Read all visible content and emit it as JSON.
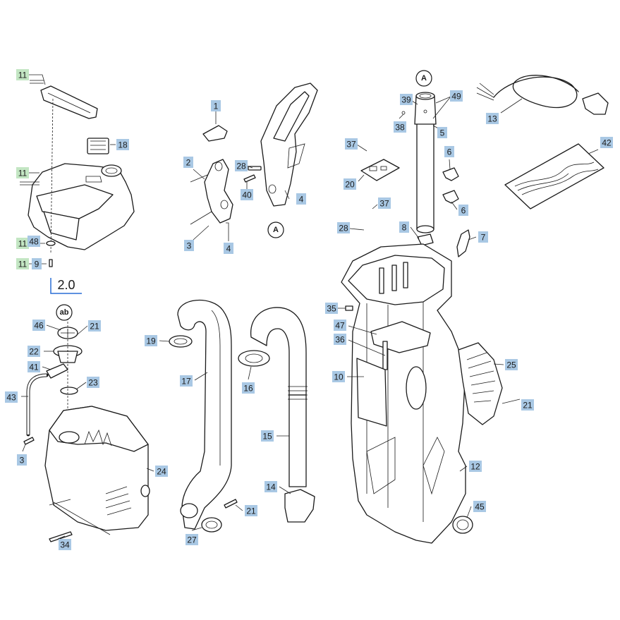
{
  "colors": {
    "label_fill": "#a9c8e4",
    "label_fill_green": "#c3e6c3",
    "group_underline": "#2a6fd6",
    "line": "#1a1a1a"
  },
  "group_label": "2.0",
  "callout_A": "A",
  "callout_ab": "ab",
  "labels": [
    {
      "id": "l-11a",
      "text": "11",
      "green": true
    },
    {
      "id": "l-11b",
      "text": "11",
      "green": true
    },
    {
      "id": "l-11c",
      "text": "11",
      "green": true
    },
    {
      "id": "l-11d",
      "text": "11",
      "green": true
    },
    {
      "id": "l-48",
      "text": "48",
      "green": false
    },
    {
      "id": "l-9",
      "text": "9",
      "green": false
    },
    {
      "id": "l-18",
      "text": "18",
      "green": false
    },
    {
      "id": "l-1",
      "text": "1",
      "green": false
    },
    {
      "id": "l-2",
      "text": "2",
      "green": false
    },
    {
      "id": "l-3a",
      "text": "3",
      "green": false
    },
    {
      "id": "l-4a",
      "text": "4",
      "green": false
    },
    {
      "id": "l-4b",
      "text": "4",
      "green": false
    },
    {
      "id": "l-28a",
      "text": "28",
      "green": false
    },
    {
      "id": "l-40",
      "text": "40",
      "green": false
    },
    {
      "id": "l-39",
      "text": "39",
      "green": false
    },
    {
      "id": "l-49",
      "text": "49",
      "green": false
    },
    {
      "id": "l-38",
      "text": "38",
      "green": false
    },
    {
      "id": "l-5",
      "text": "5",
      "green": false
    },
    {
      "id": "l-13",
      "text": "13",
      "green": false
    },
    {
      "id": "l-37a",
      "text": "37",
      "green": false
    },
    {
      "id": "l-20",
      "text": "20",
      "green": false
    },
    {
      "id": "l-6a",
      "text": "6",
      "green": false
    },
    {
      "id": "l-6b",
      "text": "6",
      "green": false
    },
    {
      "id": "l-42",
      "text": "42",
      "green": false
    },
    {
      "id": "l-37b",
      "text": "37",
      "green": false
    },
    {
      "id": "l-28b",
      "text": "28",
      "green": false
    },
    {
      "id": "l-8",
      "text": "8",
      "green": false
    },
    {
      "id": "l-7",
      "text": "7",
      "green": false
    },
    {
      "id": "l-35",
      "text": "35",
      "green": false
    },
    {
      "id": "l-47",
      "text": "47",
      "green": false
    },
    {
      "id": "l-36",
      "text": "36",
      "green": false
    },
    {
      "id": "l-10",
      "text": "10",
      "green": false
    },
    {
      "id": "l-25",
      "text": "25",
      "green": false
    },
    {
      "id": "l-21a",
      "text": "21",
      "green": false
    },
    {
      "id": "l-46",
      "text": "46",
      "green": false
    },
    {
      "id": "l-21b",
      "text": "21",
      "green": false
    },
    {
      "id": "l-22",
      "text": "22",
      "green": false
    },
    {
      "id": "l-41",
      "text": "41",
      "green": false
    },
    {
      "id": "l-23",
      "text": "23",
      "green": false
    },
    {
      "id": "l-43",
      "text": "43",
      "green": false
    },
    {
      "id": "l-19",
      "text": "19",
      "green": false
    },
    {
      "id": "l-17",
      "text": "17",
      "green": false
    },
    {
      "id": "l-16",
      "text": "16",
      "green": false
    },
    {
      "id": "l-3b",
      "text": "3",
      "green": false
    },
    {
      "id": "l-24",
      "text": "24",
      "green": false
    },
    {
      "id": "l-15",
      "text": "15",
      "green": false
    },
    {
      "id": "l-12",
      "text": "12",
      "green": false
    },
    {
      "id": "l-14",
      "text": "14",
      "green": false
    },
    {
      "id": "l-45",
      "text": "45",
      "green": false
    },
    {
      "id": "l-21c",
      "text": "21",
      "green": false
    },
    {
      "id": "l-27",
      "text": "27",
      "green": false
    },
    {
      "id": "l-34",
      "text": "34",
      "green": false
    }
  ]
}
